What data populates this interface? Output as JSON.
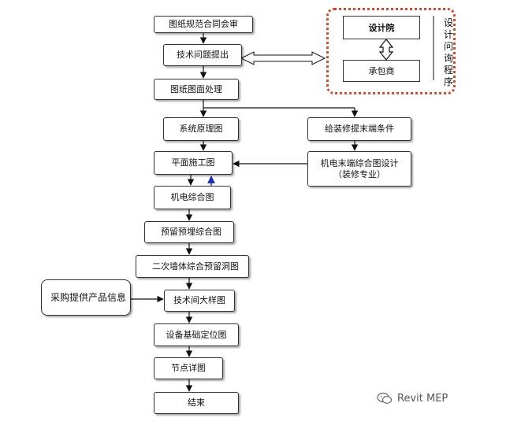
{
  "nodes": {
    "drawing_review": "图纸规范合同会审",
    "tech_issues": "技术问题提出",
    "drawing_processing": "图纸图面处理",
    "system_schematic": "系统原理图",
    "give_terminal_conditions": "给装修提末端条件",
    "floor_plan": "平面施工图",
    "mep_terminal_drawing": "机电末端综合图设计\n（装修专业）",
    "mep_combined": "机电综合图",
    "embedded_combined": "预留预埋综合图",
    "secondary_wall": "二次墙体综合预留洞图",
    "procurement_info": "采购提供产品信息",
    "tech_room_detail": "技术间大样图",
    "equipment_base": "设备基础定位图",
    "node_detail": "节点详图",
    "end": "结束"
  },
  "inquiry": {
    "designer": "设计院",
    "contractor": "承包商",
    "side_label": "设\n计\n问\n询\n程\n序"
  },
  "watermark": {
    "text": "Revit MEP",
    "icon": "wechat-icon"
  },
  "colors": {
    "frame_border": "#d9482b",
    "blue_arrow": "#1a2bbf",
    "line": "#111111"
  }
}
